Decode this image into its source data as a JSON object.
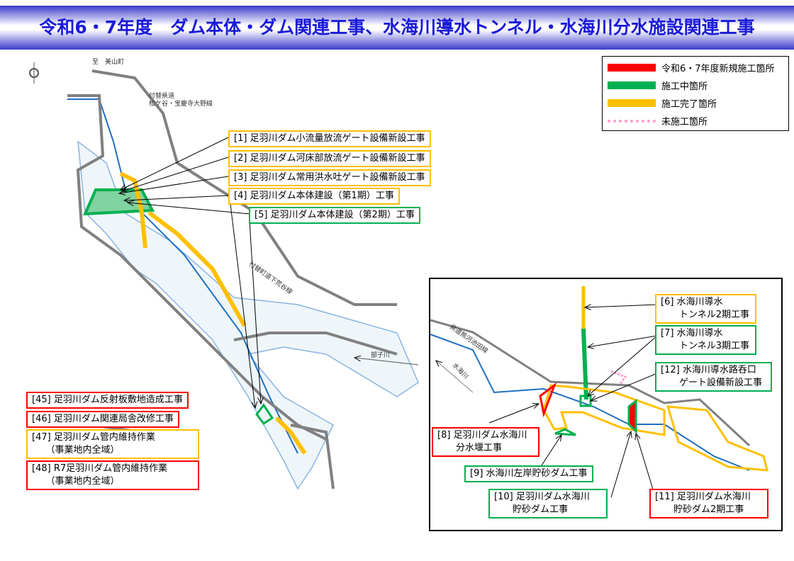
{
  "title": "令和6・7年度　ダム本体・ダム関連工事、水海川導水トンネル・水海川分水施設関連工事",
  "legend": [
    {
      "label": "令和6・7年度新規施工箇所",
      "color": "#ff0000",
      "style": "solid"
    },
    {
      "label": "施工中箇所",
      "color": "#00b050",
      "style": "solid"
    },
    {
      "label": "施工完了箇所",
      "color": "#ffc000",
      "style": "solid"
    },
    {
      "label": "未施工箇所",
      "color": "#ff99cc",
      "style": "dotted"
    }
  ],
  "map_labels": {
    "to_miyama": "至　美山町",
    "pref_road": "付替県道\n松ケ谷・宝慶寺大野線",
    "town_road": "付替町道下荒谷線",
    "heko_river": "部子川",
    "inset_road": "県道熊河池田線",
    "inset_river": "水海川"
  },
  "projects": [
    {
      "id": "1",
      "label": "[1] 足羽川ダム小流量放流ゲート設備新設工事",
      "status": "complete"
    },
    {
      "id": "2",
      "label": "[2] 足羽川ダム河床部放流ゲート設備新設工事",
      "status": "complete"
    },
    {
      "id": "3",
      "label": "[3] 足羽川ダム常用洪水吐ゲート設備新設工事",
      "status": "complete"
    },
    {
      "id": "4",
      "label": "[4] 足羽川ダム本体建設（第1期）工事",
      "status": "complete"
    },
    {
      "id": "5",
      "label": "[5] 足羽川ダム本体建設（第2期）工事",
      "status": "in-progress"
    },
    {
      "id": "6",
      "label": "[6] 水海川導水\n　　トンネル2期工事",
      "status": "complete"
    },
    {
      "id": "7",
      "label": "[7] 水海川導水\n　　トンネル3期工事",
      "status": "in-progress"
    },
    {
      "id": "12",
      "label": "[12] 水海川導水路呑口\n　　ゲート設備新設工事",
      "status": "in-progress"
    },
    {
      "id": "8",
      "label": "[8] 足羽川ダム水海川\n　　分水堰工事",
      "status": "new"
    },
    {
      "id": "9",
      "label": "[9] 水海川左岸貯砂ダム工事",
      "status": "in-progress"
    },
    {
      "id": "10",
      "label": "[10] 足羽川ダム水海川\n　　貯砂ダム工事",
      "status": "in-progress"
    },
    {
      "id": "11",
      "label": "[11] 足羽川ダム水海川\n　　貯砂ダム2期工事",
      "status": "new"
    },
    {
      "id": "45",
      "label": "[45] 足羽川ダム反射板敷地造成工事",
      "status": "new"
    },
    {
      "id": "46",
      "label": "[46] 足羽川ダム関連局舎改修工事",
      "status": "new"
    },
    {
      "id": "47",
      "label": "[47] 足羽川ダム管内維持作業\n　　（事業地内全域）",
      "status": "complete"
    },
    {
      "id": "48",
      "label": "[48] R7足羽川ダム管内維持作業\n　　（事業地内全域）",
      "status": "new"
    }
  ]
}
